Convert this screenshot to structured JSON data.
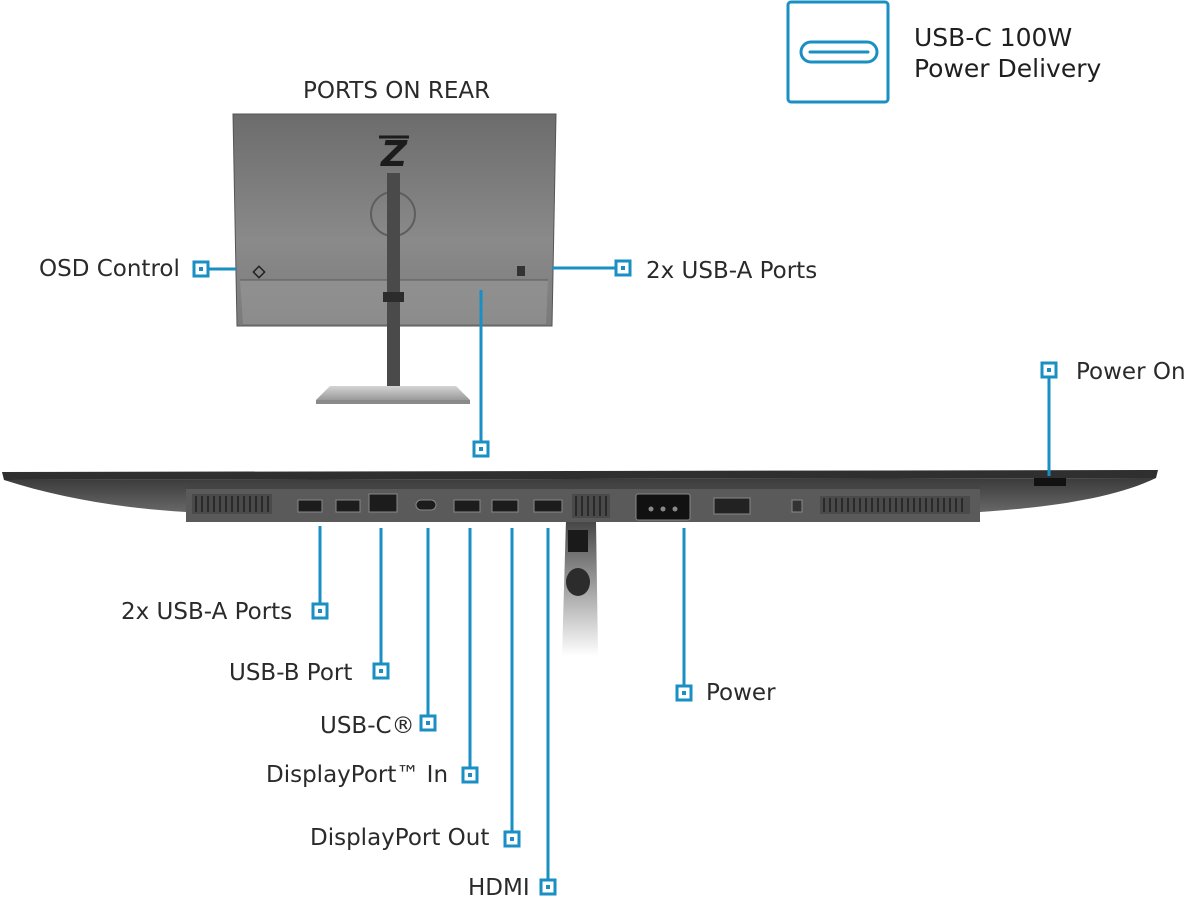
{
  "title": "PORTS ON REAR",
  "badge": {
    "line1": "USB-C 100W",
    "line2": "Power Delivery",
    "icon": "usb-c-port-icon"
  },
  "accent_color": "#1a8fc4",
  "callouts": {
    "osd_control": "OSD Control",
    "usb_a_top": "2x USB-A Ports",
    "power_on": "Power On",
    "usb_a_bottom": "2x USB-A Ports",
    "usb_b": "USB-B Port",
    "usb_c": "USB-C®",
    "displayport_in": "DisplayPort™ In",
    "displayport_out": "DisplayPort Out",
    "hdmi": "HDMI",
    "power": "Power"
  }
}
